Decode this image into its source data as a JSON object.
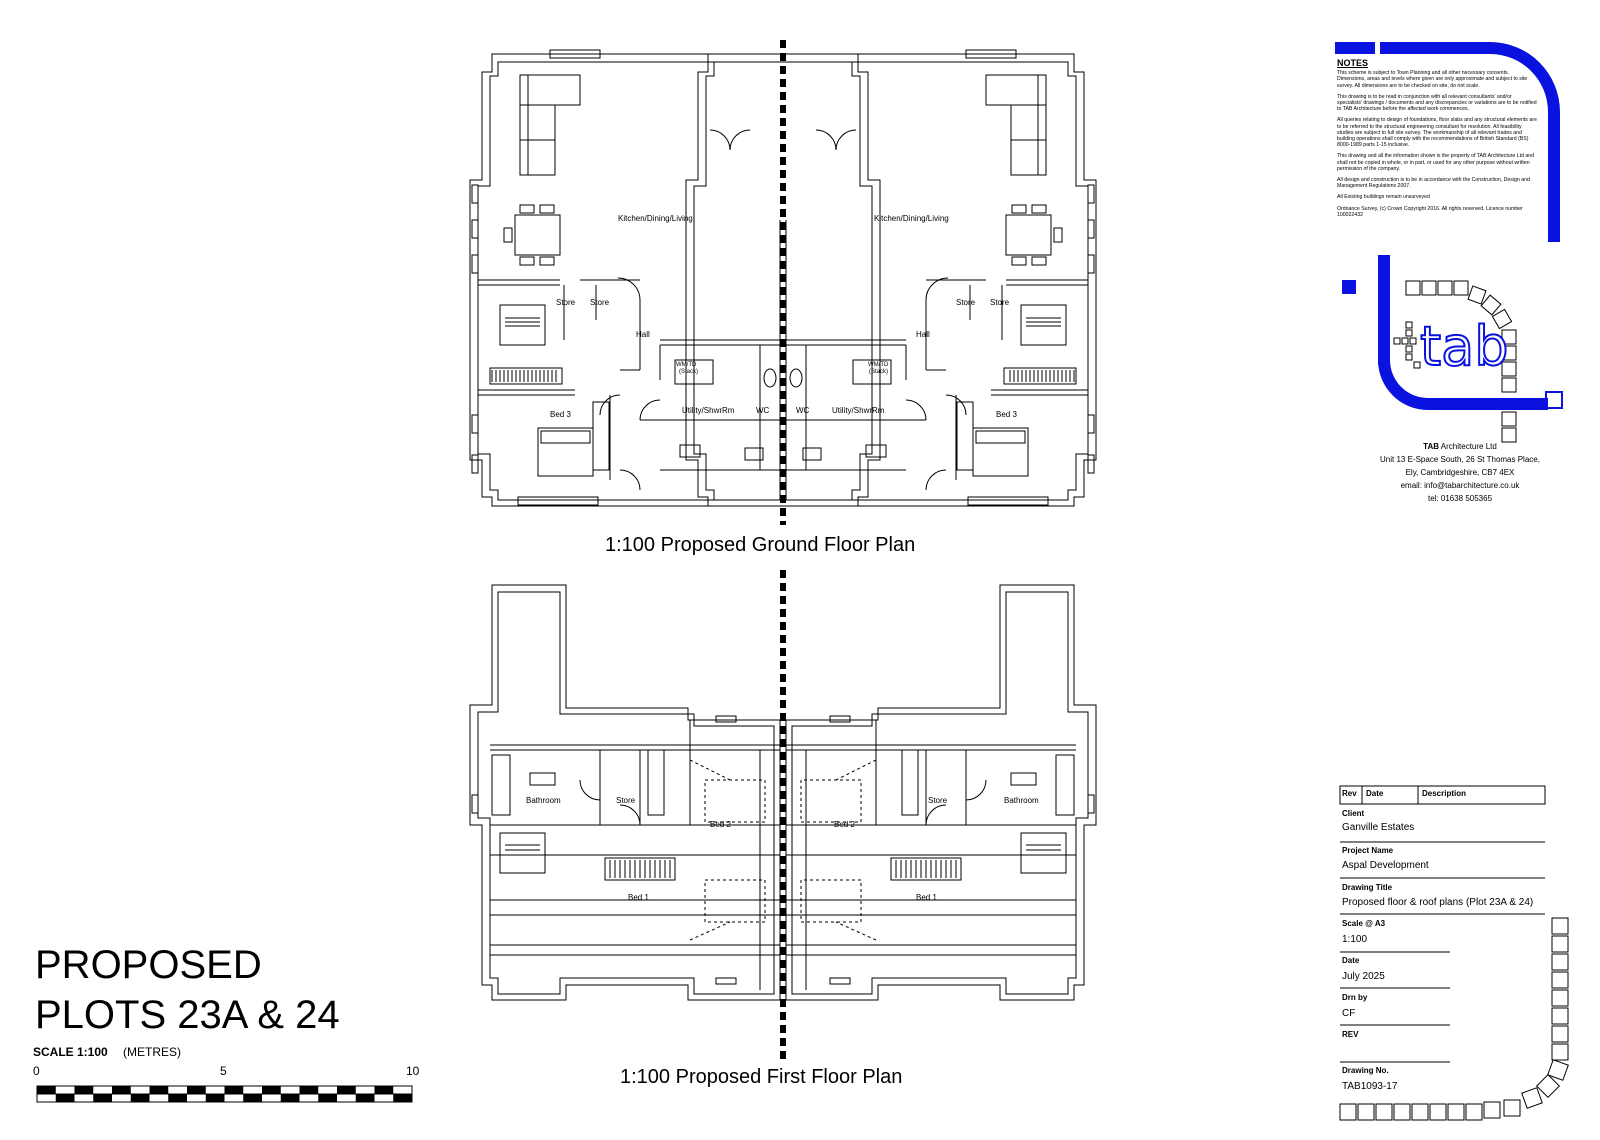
{
  "headline": {
    "line1": "PROPOSED",
    "line2": "PLOTS 23A & 24"
  },
  "scale_bar": {
    "label": "SCALE 1:100",
    "units": "(METRES)",
    "ticks": [
      "0",
      "5",
      "10"
    ]
  },
  "captions": {
    "ground": "1:100 Proposed Ground Floor Plan",
    "first": "1:100 Proposed First Floor Plan"
  },
  "rooms": {
    "kitchen": "Kitchen/Dining/Living",
    "store": "Store",
    "hall": "Hall",
    "wmtd": "WM/TD",
    "stack": "(Stack)",
    "utility": "Utility/ShwrRm",
    "wc": "WC",
    "bed3": "Bed 3",
    "bathroom": "Bathroom",
    "bed2": "Bed 2",
    "bed1": "Bed 1"
  },
  "notes": {
    "heading": "NOTES",
    "paragraphs": [
      "This scheme is subject to Town Planning and all other necessary consents. Dimensions, areas and levels where given are only approximate and subject to site survey. All dimensions are to be checked on site, do not scale.",
      "This drawing is to be read in conjunction with all relevant consultants' and/or specialists' drawings / documents and any discrepancies or variations are to be notified to TAB Architecture before the affected work commences.",
      "All queries relating to design of foundations, floor slabs and any structural elements are to be referred to the structural engineering consultant for resolution. All feasibility studies are subject to full site survey. The workmanship of all relevant trades and building operations shall comply with the recommendations of British Standard (BS) 8000-1989 parts 1-15 inclusive.",
      "This drawing and all the information shown is the property of TAB Architecture Ltd and shall not be copied in whole, or in part, or used for any other purpose without written permission of the company.",
      "All design and construction is to be in accordance with the Construction, Design and Management Regulations 2007.",
      "All Existing buildings remain unsurveyed",
      "Ordnance Survey, (c) Crown Copyright 2016. All rights reserved. Licence number 100022432"
    ]
  },
  "logo": {
    "text": "tab"
  },
  "company": {
    "name_bold": "TAB",
    "name_rest": " Architecture Ltd",
    "address1": "Unit 13 E-Space South, 26 St Thomas Place,",
    "address2": "Ely, Cambridgeshire, CB7 4EX",
    "email": "email: info@tabarchitecture.co.uk",
    "tel": "tel: 01638 505365"
  },
  "title_block": {
    "rev_col": "Rev",
    "date_col": "Date",
    "desc_col": "Description",
    "client_label": "Client",
    "client": "Ganville Estates",
    "project_label": "Project Name",
    "project": "Aspal Development",
    "drawing_title_label": "Drawing Title",
    "drawing_title": "Proposed floor & roof plans (Plot 23A & 24)",
    "scale_label": "Scale @ A3",
    "scale": "1:100",
    "date_label": "Date",
    "date": "July 2025",
    "drn_label": "Drn by",
    "drn": "CF",
    "rev_label": "REV",
    "rev": "",
    "drawing_no_label": "Drawing No.",
    "drawing_no": "TAB1093-17"
  },
  "colors": {
    "brand_blue": "#0a12e0",
    "line": "#000000"
  }
}
